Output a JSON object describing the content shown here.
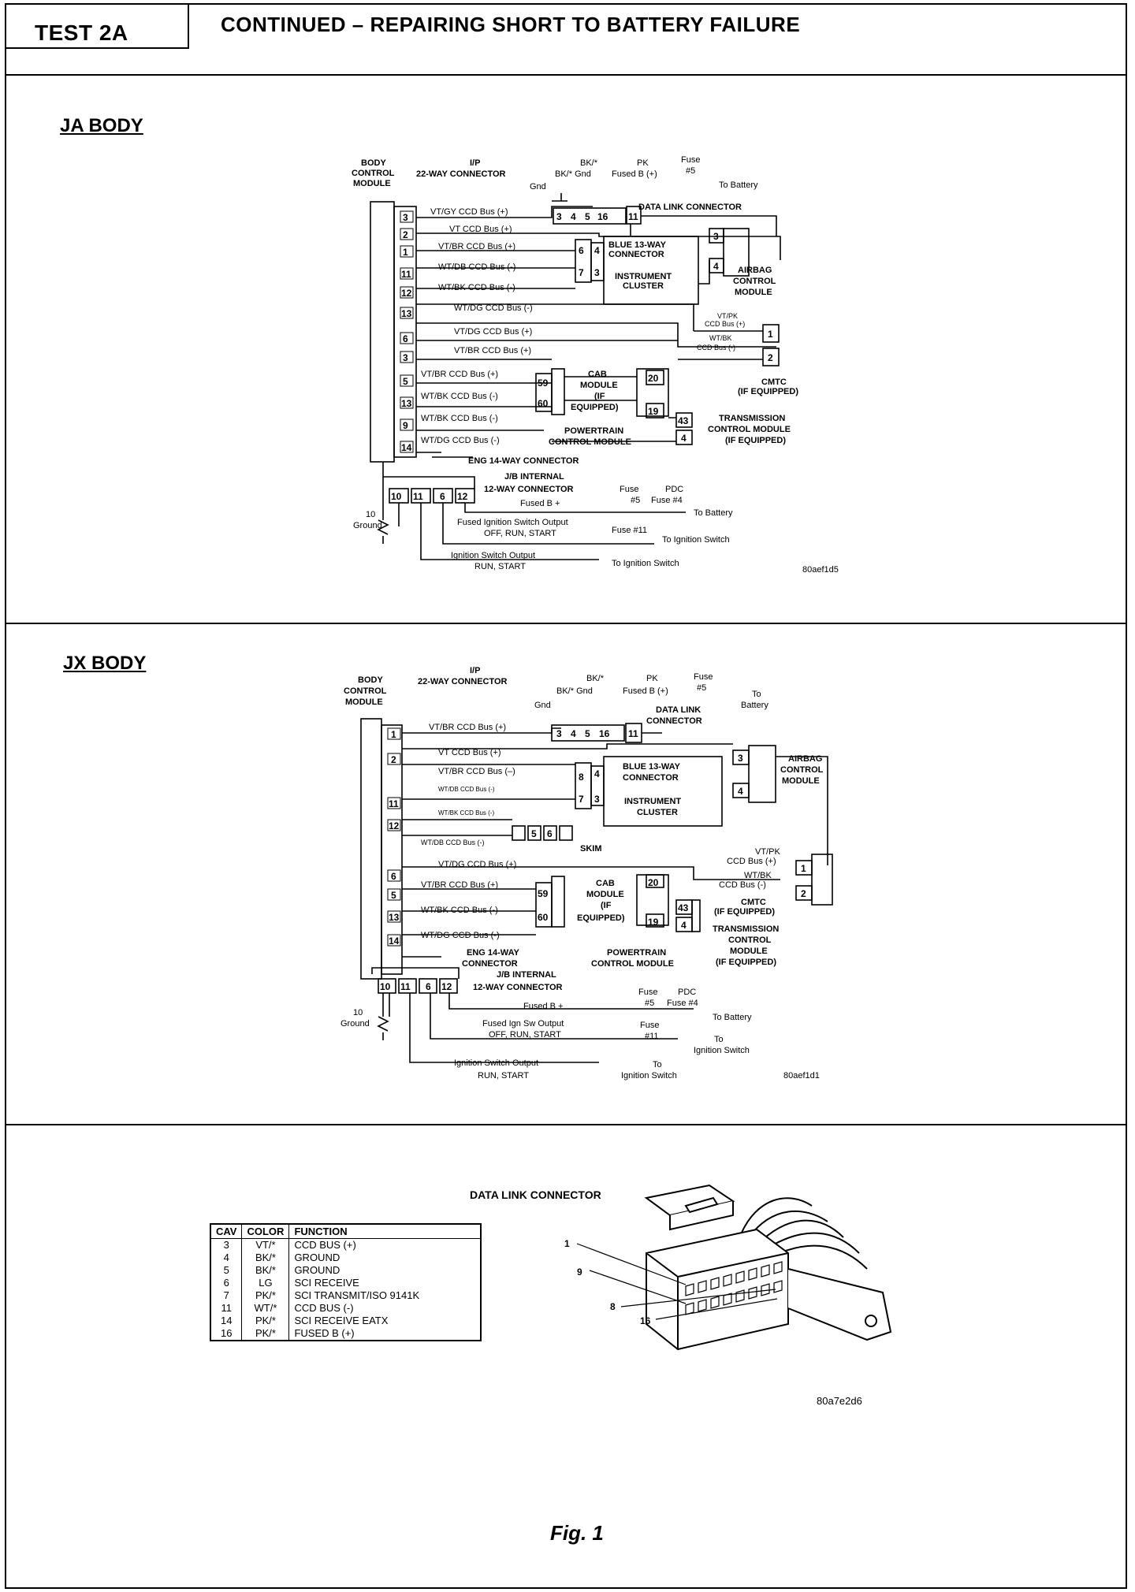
{
  "header": {
    "test_label": "TEST 2A",
    "title": "CONTINUED – REPAIRING SHORT TO BATTERY FAILURE"
  },
  "ja_body": {
    "heading": "JA BODY",
    "ref_code": "80aef1d5",
    "labels": {
      "bcm": [
        "BODY",
        "CONTROL",
        "MODULE"
      ],
      "ip_connector": [
        "I/P",
        "22-WAY CONNECTOR"
      ],
      "bk_gnd": [
        "BK/*",
        "BK/* Gnd",
        "Gnd"
      ],
      "pk_fused": [
        "PK",
        "Fused B (+)"
      ],
      "fuse5": [
        "Fuse",
        "#5"
      ],
      "to_battery": "To Battery",
      "data_link": "DATA LINK CONNECTOR",
      "blue13": [
        "BLUE 13-WAY",
        "CONNECTOR"
      ],
      "cluster": [
        "INSTRUMENT",
        "CLUSTER"
      ],
      "airbag": [
        "AIRBAG",
        "CONTROL",
        "MODULE"
      ],
      "cmtc": [
        "CMTC",
        "(IF EQUIPPED)"
      ],
      "cab": [
        "CAB",
        "MODULE",
        "(IF",
        "EQUIPPED)"
      ],
      "pcm": [
        "POWERTRAIN",
        "CONTROL MODULE"
      ],
      "tcm": [
        "TRANSMISSION",
        "CONTROL MODULE",
        "(IF EQUIPPED)"
      ],
      "eng14": "ENG 14-WAY CONNECTOR",
      "jb12": [
        "J/B INTERNAL",
        "12-WAY CONNECTOR"
      ],
      "fused_b": "Fused B +",
      "fuse_pdc": [
        "Fuse",
        "#5",
        "PDC",
        "Fuse #4"
      ],
      "fused_ign": [
        "Fused Ignition Switch Output",
        "OFF, RUN, START"
      ],
      "fuse11": "Fuse #11",
      "to_ign": "To Ignition Switch",
      "ign_out": [
        "Ignition Switch Output",
        "RUN, START"
      ],
      "ground": [
        "10",
        "Ground"
      ],
      "cmtc_wires": [
        "VT/PK",
        "CCD Bus (+)",
        "WT/BK",
        "CCD Bus (-)"
      ]
    },
    "wires": [
      {
        "pin": "3",
        "label": "VT/GY  CCD Bus (+)"
      },
      {
        "pin": "2",
        "label": "VT  CCD Bus (+)"
      },
      {
        "pin": "1",
        "label": "VT/BR  CCD Bus (+)"
      },
      {
        "pin": "11",
        "label": "WT/DB  CCD Bus (-)"
      },
      {
        "pin": "12",
        "label": "WT/BK  CCD Bus (-)"
      },
      {
        "pin": "13",
        "label": "WT/DG  CCD Bus (-)"
      },
      {
        "pin": "6",
        "label": "VT/DG  CCD Bus (+)"
      },
      {
        "pin": "3",
        "label": "VT/BR  CCD Bus (+)"
      },
      {
        "pin": "5",
        "label": "VT/BR  CCD Bus (+)"
      },
      {
        "pin": "13",
        "label": "WT/BK  CCD Bus (-)"
      },
      {
        "pin": "9",
        "label": "WT/BK  CCD Bus (-)"
      },
      {
        "pin": "14",
        "label": "WT/DG  CCD Bus (-)"
      }
    ],
    "dlc_pins": [
      "3",
      "4",
      "5",
      "16",
      "11"
    ],
    "blue_pins": [
      "6",
      "4",
      "7",
      "3"
    ],
    "airbag_pins": [
      "3",
      "4"
    ],
    "cmtc_pins": [
      "1",
      "2"
    ],
    "cab_pins": [
      "59",
      "60",
      "20",
      "19"
    ],
    "tcm_pins": [
      "43",
      "4"
    ],
    "jb_pins": [
      "10",
      "11",
      "6",
      "12"
    ]
  },
  "jx_body": {
    "heading": "JX BODY",
    "ref_code": "80aef1d1",
    "labels": {
      "bcm": [
        "BODY",
        "CONTROL",
        "MODULE"
      ],
      "ip_connector": [
        "I/P",
        "22-WAY CONNECTOR"
      ],
      "bk_gnd": [
        "BK/*",
        "BK/* Gnd",
        "Gnd"
      ],
      "pk_fused": [
        "PK",
        "Fused B (+)"
      ],
      "fuse5": [
        "Fuse",
        "#5"
      ],
      "to_battery": [
        "To",
        "Battery"
      ],
      "data_link": [
        "DATA LINK",
        "CONNECTOR"
      ],
      "blue13": [
        "BLUE 13-WAY",
        "CONNECTOR"
      ],
      "cluster": [
        "INSTRUMENT",
        "CLUSTER"
      ],
      "airbag": [
        "AIRBAG",
        "CONTROL",
        "MODULE"
      ],
      "skim": "SKIM",
      "cmtc": [
        "CMTC",
        "(IF EQUIPPED)"
      ],
      "cab": [
        "CAB",
        "MODULE",
        "(IF",
        "EQUIPPED)"
      ],
      "pcm": [
        "POWERTRAIN",
        "CONTROL MODULE"
      ],
      "tcm": [
        "TRANSMISSION",
        "CONTROL",
        "MODULE",
        "(IF EQUIPPED)"
      ],
      "eng14": [
        "ENG 14-WAY",
        "CONNECTOR"
      ],
      "jb12": [
        "J/B INTERNAL",
        "12-WAY CONNECTOR"
      ],
      "fused_b": "Fused B +",
      "fuse_pdc": [
        "Fuse",
        "#5",
        "PDC",
        "Fuse #4"
      ],
      "to_battery2": "To Battery",
      "fused_ign": [
        "Fused Ign Sw Output",
        "OFF, RUN, START"
      ],
      "fuse11": [
        "Fuse",
        "#11"
      ],
      "to_ign": [
        "To",
        "Ignition Switch"
      ],
      "ign_out": [
        "Ignition Switch Output",
        "RUN, START"
      ],
      "to_ign2": [
        "To",
        "Ignition Switch"
      ],
      "ground": [
        "10",
        "Ground"
      ],
      "cmtc_wires": [
        "VT/PK",
        "CCD Bus (+)",
        "WT/BK",
        "CCD Bus (-)"
      ]
    },
    "wires": [
      {
        "pin": "1",
        "label": "VT/BR  CCD Bus (+)"
      },
      {
        "pin": "2",
        "label": "VT  CCD Bus (+)"
      },
      {
        "pin": "",
        "label": "VT/BR  CCD Bus (–)"
      },
      {
        "pin": "11",
        "label": "WT/DB CCD Bus (-)"
      },
      {
        "pin": "12",
        "label": "WT/BK CCD Bus (-)"
      },
      {
        "pin": "",
        "label": "WT/DB CCD Bus (-)"
      },
      {
        "pin": "6",
        "label": "VT/DG  CCD Bus (+)"
      },
      {
        "pin": "5",
        "label": "VT/BR  CCD Bus (+)"
      },
      {
        "pin": "13",
        "label": "WT/BK  CCD Bus (-)"
      },
      {
        "pin": "14",
        "label": "WT/DG  CCD Bus (-)"
      }
    ],
    "dlc_pins": [
      "3",
      "4",
      "5",
      "16",
      "11"
    ],
    "blue_pins": [
      "8",
      "4",
      "7",
      "3"
    ],
    "airbag_pins": [
      "3",
      "4"
    ],
    "skim_pins": [
      "5",
      "6"
    ],
    "cmtc_pins": [
      "1",
      "2"
    ],
    "cab_pins": [
      "59",
      "60",
      "20",
      "19"
    ],
    "tcm_pins": [
      "43",
      "4"
    ],
    "jb_pins": [
      "10",
      "11",
      "6",
      "12"
    ]
  },
  "dlc_section": {
    "title": "DATA LINK CONNECTOR",
    "ref_code": "80a7e2d6",
    "pin_callouts": [
      "1",
      "9",
      "8",
      "16"
    ],
    "table": {
      "headers": [
        "CAV",
        "COLOR",
        "FUNCTION"
      ],
      "rows": [
        [
          "3",
          "VT/*",
          "CCD BUS (+)"
        ],
        [
          "4",
          "BK/*",
          "GROUND"
        ],
        [
          "5",
          "BK/*",
          "GROUND"
        ],
        [
          "6",
          "LG",
          "SCI RECEIVE"
        ],
        [
          "7",
          "PK/*",
          "SCI TRANSMIT/ISO 9141K"
        ],
        [
          "11",
          "WT/*",
          "CCD BUS (-)"
        ],
        [
          "14",
          "PK/*",
          "SCI RECEIVE EATX"
        ],
        [
          "16",
          "PK/*",
          "FUSED B (+)"
        ]
      ]
    }
  },
  "figure_caption": "Fig. 1"
}
